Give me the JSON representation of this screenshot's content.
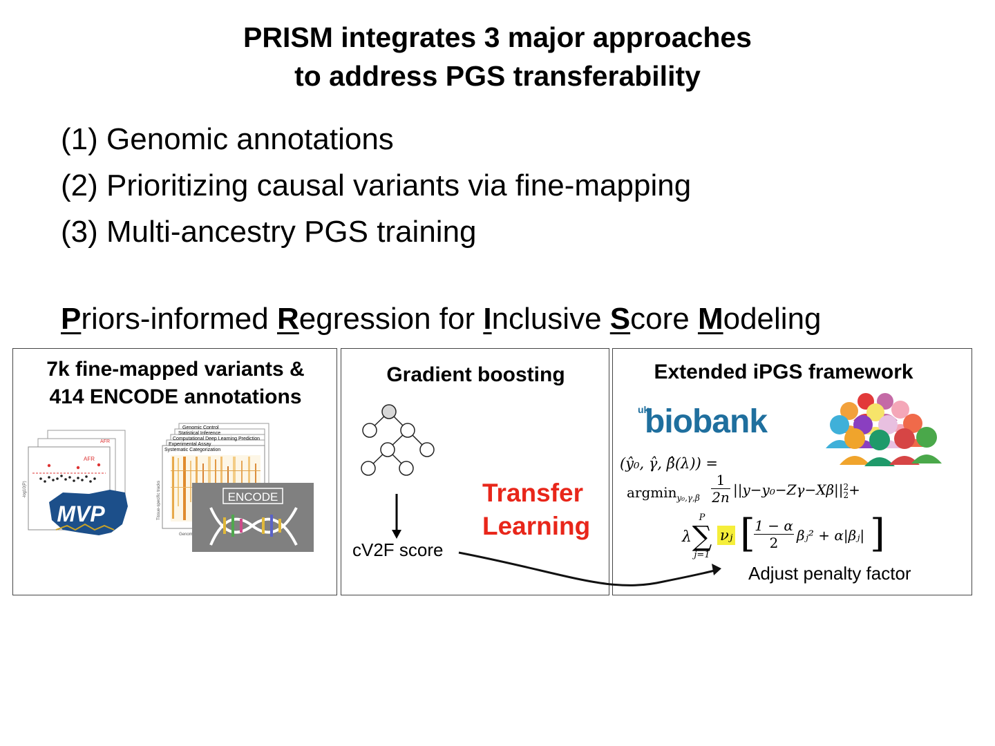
{
  "title": {
    "line1": "PRISM integrates 3 major approaches",
    "line2": "to address PGS transferability"
  },
  "approaches": [
    "(1) Genomic annotations",
    "(2) Prioritizing causal variants via fine-mapping",
    "(3) Multi-ancestry PGS training"
  ],
  "acronym": [
    {
      "cap": "P",
      "rest": "riors-informed "
    },
    {
      "cap": "R",
      "rest": "egression for "
    },
    {
      "cap": "I",
      "rest": "nclusive "
    },
    {
      "cap": "S",
      "rest": "core "
    },
    {
      "cap": "M",
      "rest": "odeling"
    }
  ],
  "panel1": {
    "title_line1": "7k fine-mapped variants &",
    "title_line2": "414 ENCODE annotations",
    "mvp_logo_text": "MVP",
    "encode_logo_text": "ENCODE",
    "afr_label": "AFR",
    "heatmap_rows": [
      "Genomic Control",
      "Statistical Inference",
      "Computational Deep Learning Prediction",
      "Experimental Assay",
      "Systematic Categorization"
    ],
    "heatmap_ylabel": "Tissue-specific tracks",
    "heatmap_xlabel": "Genome",
    "plot_ylabel": "-log10(P)"
  },
  "panel2": {
    "title": "Gradient boosting",
    "score_label": "cV2F score",
    "transfer_line1": "Transfer",
    "transfer_line2": "Learning"
  },
  "panel3": {
    "title": "Extended iPGS framework",
    "biobank_uk": "uk",
    "biobank_word": "biobank",
    "eq_lhs": "(ŷ₀, γ̂, β̂(λ)) =",
    "eq_argmin": "argmin",
    "eq_argmin_sub": "y₀,γ,β",
    "eq_frac_num": "1",
    "eq_frac_den": "2n",
    "eq_norm": "||y−y₀−Zγ−Xβ||",
    "eq_norm_sup": "2",
    "eq_norm_sub": "2",
    "eq_plus": "+",
    "eq_lambda": "λ",
    "eq_sum_top": "P",
    "eq_sum_bottom": "j=1",
    "eq_nu": "νⱼ",
    "eq_alpha_num": "1 − α",
    "eq_alpha_den": "2",
    "eq_tail": "βⱼ² + α|βⱼ|",
    "penalty_label": "Adjust penalty factor"
  },
  "colors": {
    "transfer": "#e8261a",
    "highlight": "#f5ee3a",
    "mvp_blue": "#1c4f8a",
    "biobank_blue": "#1f6f9e",
    "encode_bg": "#808080"
  }
}
